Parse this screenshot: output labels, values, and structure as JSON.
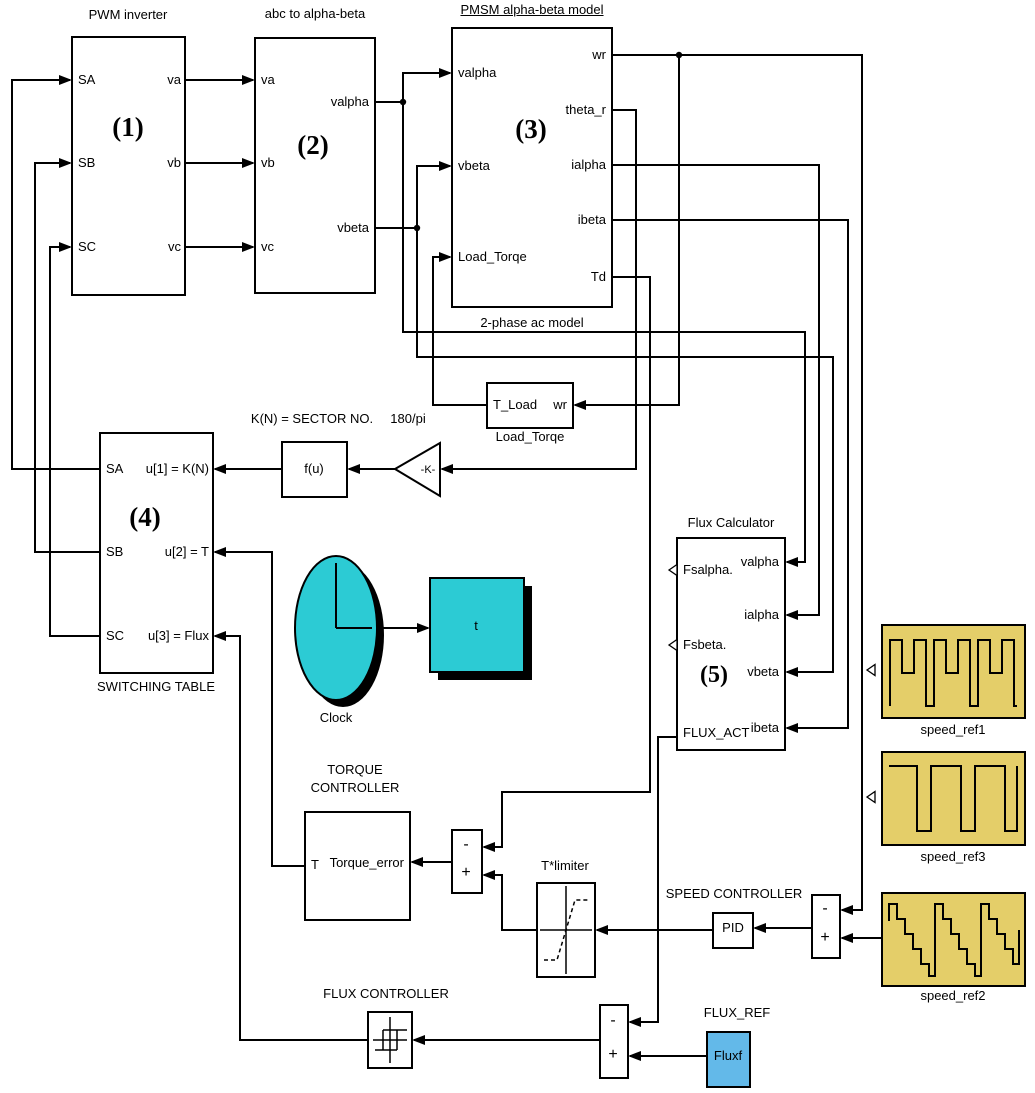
{
  "palette": {
    "line": "#000000",
    "background": "#FFFFFF",
    "cyan": "#2CCBD4",
    "yellow": "#E4CE69",
    "blue": "#63B9E9"
  },
  "blocks": {
    "pwm_inverter": {
      "title": "PWM inverter",
      "tag": "(1)",
      "inputs": [
        "SA",
        "SB",
        "SC"
      ],
      "outputs": [
        "va",
        "vb",
        "vc"
      ]
    },
    "abc_to_alphabeta": {
      "title": "abc to alpha-beta",
      "tag": "(2)",
      "inputs": [
        "va",
        "vb",
        "vc"
      ],
      "outputs": [
        "valpha",
        "vbeta"
      ]
    },
    "pmsm_model": {
      "title": "PMSM alpha-beta model",
      "tag": "(3)",
      "caption": "2-phase ac model",
      "inputs": [
        "valpha",
        "vbeta",
        "Load_Torqe"
      ],
      "outputs": [
        "wr",
        "theta_r",
        "ialpha",
        "ibeta",
        "Td"
      ]
    },
    "load_torqe": {
      "label": "Load_Torqe",
      "left_port": "T_Load",
      "right_port": "wr"
    },
    "sector_fcn": {
      "caption": "K(N) = SECTOR NO.",
      "text": "f(u)"
    },
    "gain": {
      "caption": "180/pi",
      "text": "-K-"
    },
    "switching_table": {
      "label": "SWITCHING TABLE",
      "tag": "(4)",
      "outputs": [
        "SA",
        "SB",
        "SC"
      ],
      "inputs": [
        "u[1] = K(N)",
        "u[2] = T",
        "u[3] = Flux"
      ]
    },
    "clock": {
      "label": "Clock"
    },
    "scope": {
      "text": "t"
    },
    "flux_calculator": {
      "title": "Flux Calculator",
      "tag": "(5)",
      "left_ports": [
        "Fsalpha.",
        "Fsbeta.",
        "FLUX_ACT"
      ],
      "right_ports": [
        "valpha",
        "ialpha",
        "vbeta",
        "ibeta"
      ]
    },
    "torque_controller": {
      "title_line1": "TORQUE",
      "title_line2": "CONTROLLER",
      "output_port": "T",
      "input_port": "Torque_error"
    },
    "t_limiter": {
      "label": "T*limiter"
    },
    "speed_controller": {
      "label": "SPEED CONTROLLER",
      "pid_text": "PID"
    },
    "flux_controller": {
      "label": "FLUX CONTROLLER"
    },
    "flux_ref": {
      "label": "FLUX_REF",
      "text": "Fluxf"
    },
    "speed_ref1": {
      "label": "speed_ref1"
    },
    "speed_ref3": {
      "label": "speed_ref3"
    },
    "speed_ref2": {
      "label": "speed_ref2"
    }
  },
  "signs": {
    "minus": "-",
    "plus": "+"
  }
}
